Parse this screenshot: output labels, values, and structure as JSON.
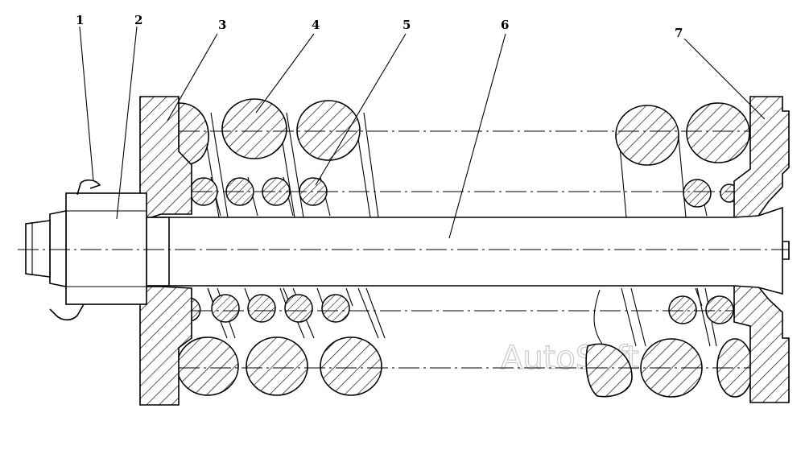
{
  "callouts": [
    {
      "id": "1",
      "text": "1"
    },
    {
      "id": "2",
      "text": "2"
    },
    {
      "id": "3",
      "text": "3"
    },
    {
      "id": "4",
      "text": "4"
    },
    {
      "id": "5",
      "text": "5"
    },
    {
      "id": "6",
      "text": "6"
    },
    {
      "id": "7",
      "text": "7"
    }
  ],
  "watermark": "AutoSoft"
}
